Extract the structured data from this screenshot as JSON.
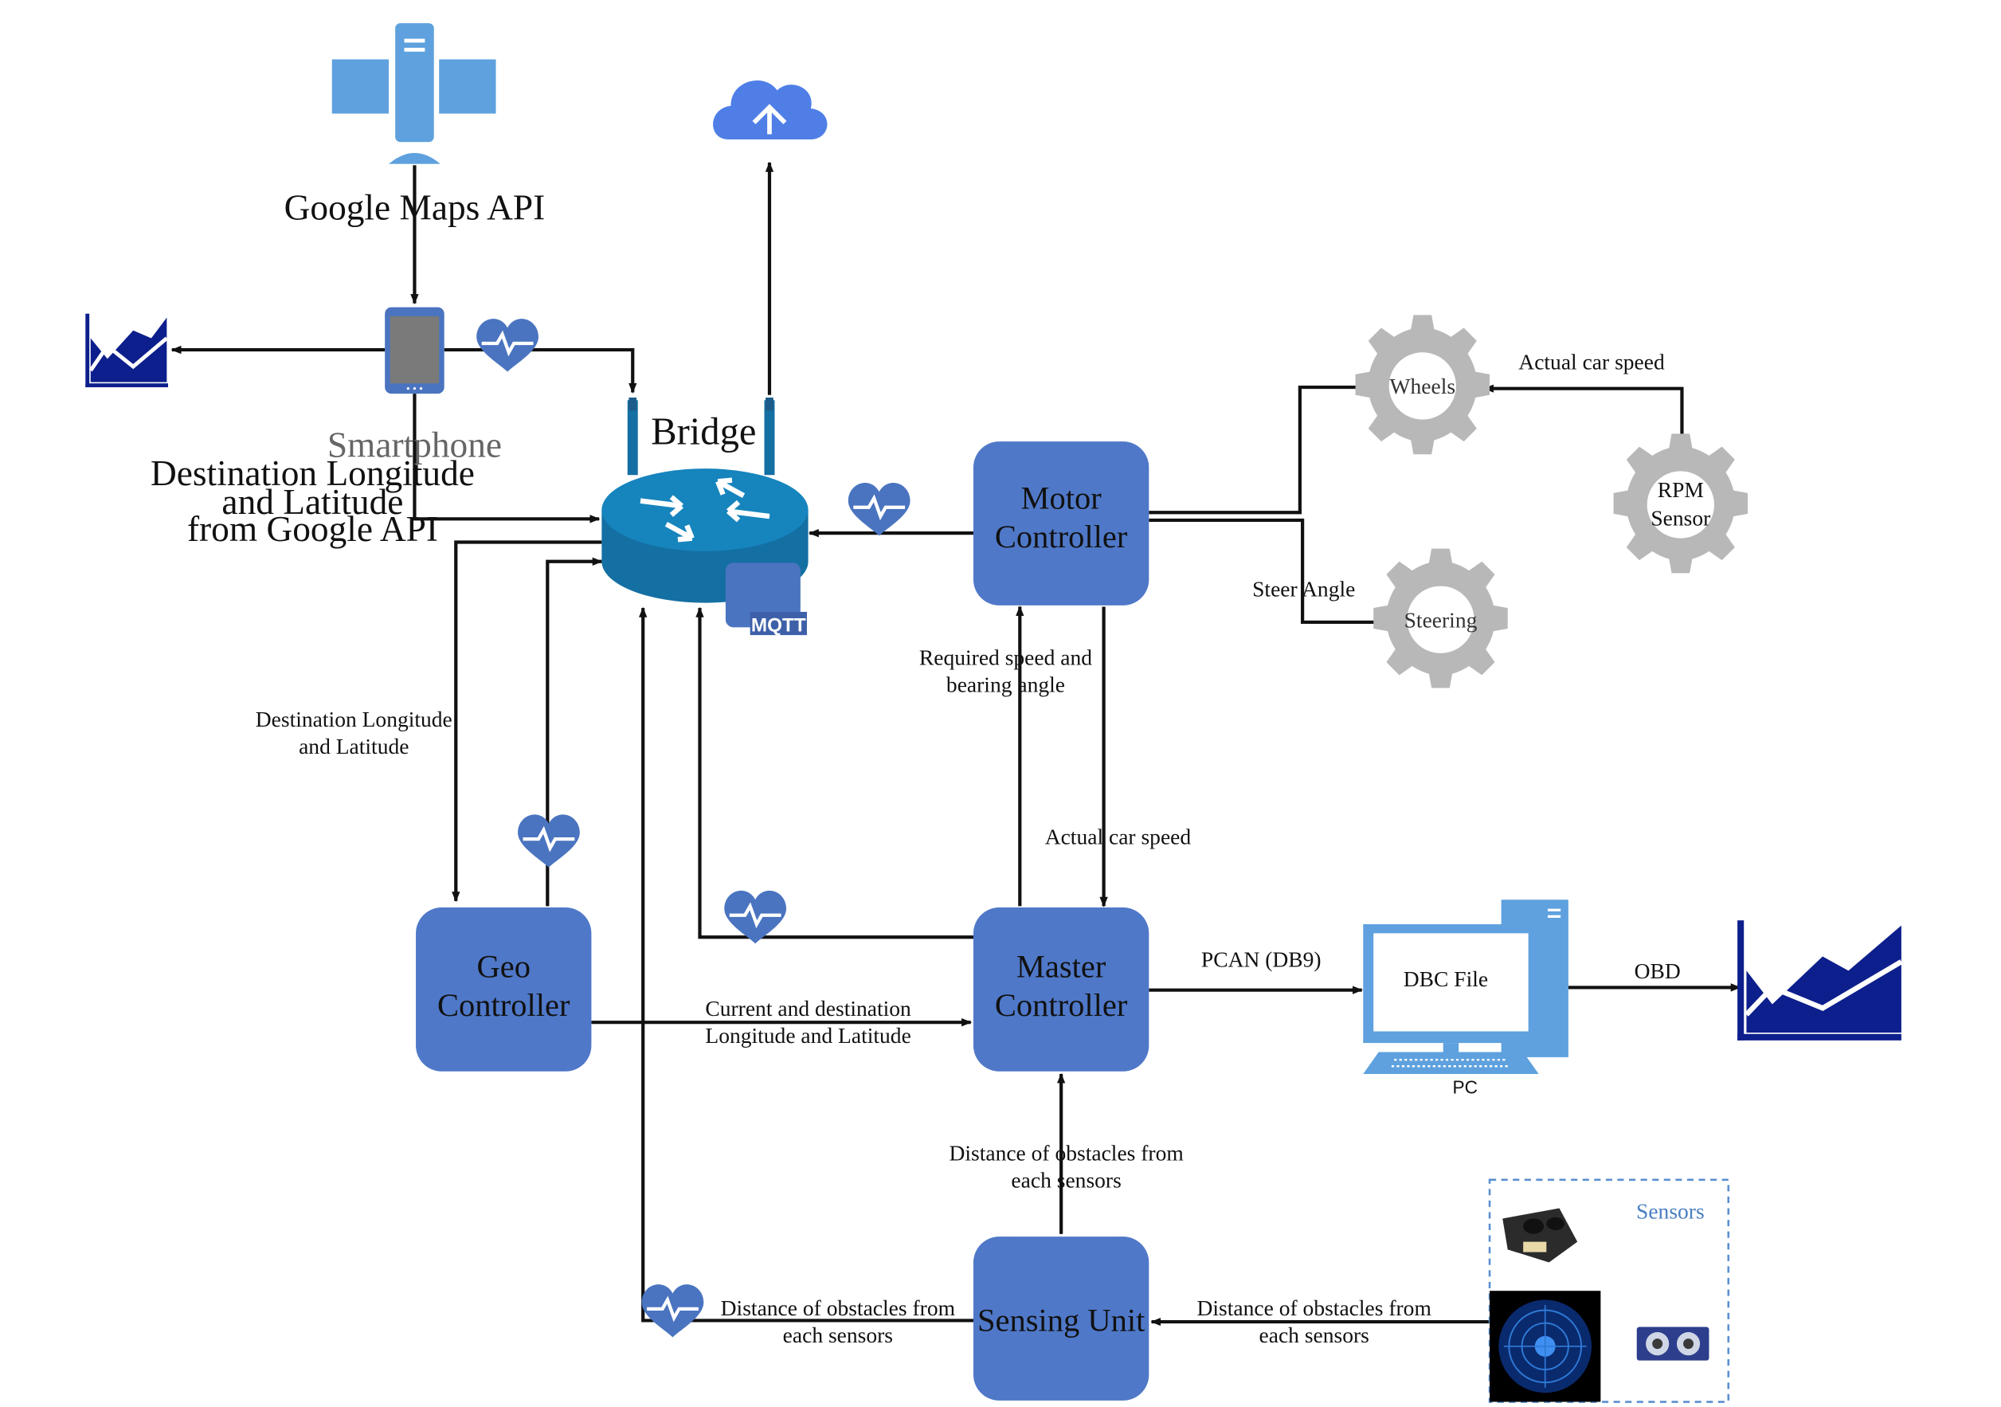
{
  "nodes": {
    "bridge": "Bridge",
    "mqtt": "MQTT",
    "motor_controller": [
      "Motor",
      "Controller"
    ],
    "geo_controller": [
      "Geo",
      "Controller"
    ],
    "master_controller": [
      "Master",
      "Controller"
    ],
    "sensing_unit": "Sensing Unit",
    "smartphone": "Smartphone",
    "wheels": "Wheels",
    "rpm_sensor": [
      "RPM",
      "Sensor"
    ],
    "steering": "Steering",
    "dbc_file": "DBC File",
    "pc": "PC",
    "sensors": "Sensors"
  },
  "edges": {
    "google_maps_api": "Google Maps API",
    "smartphone_to_bridge": [
      "Destination Longitude",
      "and Latitude",
      "from Google API"
    ],
    "bridge_to_geo": [
      "Destination Longitude",
      "and Latitude"
    ],
    "geo_to_master": [
      "Current and destination",
      "Longitude and Latitude"
    ],
    "master_to_motor": [
      "Required speed and",
      "bearing angle"
    ],
    "motor_to_master": "Actual car speed",
    "rpm_to_wheels": "Actual car speed",
    "motor_to_steering": "Steer  Angle",
    "master_to_pc": "PCAN  (DB9)",
    "pc_to_chart": "OBD",
    "sensing_to_master": [
      "Distance  of obstacles from",
      "each sensors"
    ],
    "sensing_to_bridge": [
      "Distance  of obstacles from",
      "each sensors"
    ],
    "sensors_to_sensing": [
      "Distance  of obstacles from",
      "each sensors"
    ]
  },
  "colors": {
    "controller_fill": "#4f78c8",
    "router_fill": "#146fa3",
    "gear": "#b8b8b8",
    "icon_blue": "#5ea1de",
    "chart_navy": "#0d1f8c",
    "heartbeat": "#4a74c0"
  },
  "icons": [
    "satellite-icon",
    "cloud-upload-icon",
    "smartphone-icon",
    "router-icon",
    "heartbeat-icon",
    "gear-icon",
    "pc-icon",
    "line-chart-icon",
    "ir-sensor-icon",
    "radar-sensor-icon",
    "ultrasonic-sensor-icon"
  ]
}
